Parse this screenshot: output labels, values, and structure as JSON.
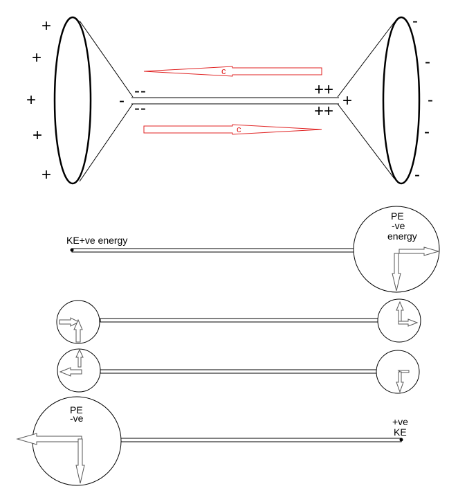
{
  "top": {
    "left_plate_signs": [
      "+",
      "+",
      "+",
      "+",
      "+"
    ],
    "left_wire_sign": "-",
    "left_wire_charge_top": "--",
    "left_wire_charge_bottom": "--",
    "right_wire_charge_top": "++",
    "right_wire_charge_bottom": "++",
    "right_wire_sign": "+",
    "right_plate_signs": [
      "-",
      "-",
      "-",
      "-",
      "-"
    ],
    "wave_label_top": "c",
    "wave_label_bottom": "c"
  },
  "row1": {
    "ke_label": "KE+ve energy",
    "pe_label": "PE",
    "pe_sign": "-ve",
    "pe_energy": "energy"
  },
  "row4": {
    "pe_label": "PE",
    "pe_sign": "-ve",
    "ke_sign": "+ve",
    "ke_label": "KE"
  },
  "colors": {
    "wave_arrow": "#e02020",
    "stroke": "#000000",
    "small_arrow": "#555555"
  }
}
